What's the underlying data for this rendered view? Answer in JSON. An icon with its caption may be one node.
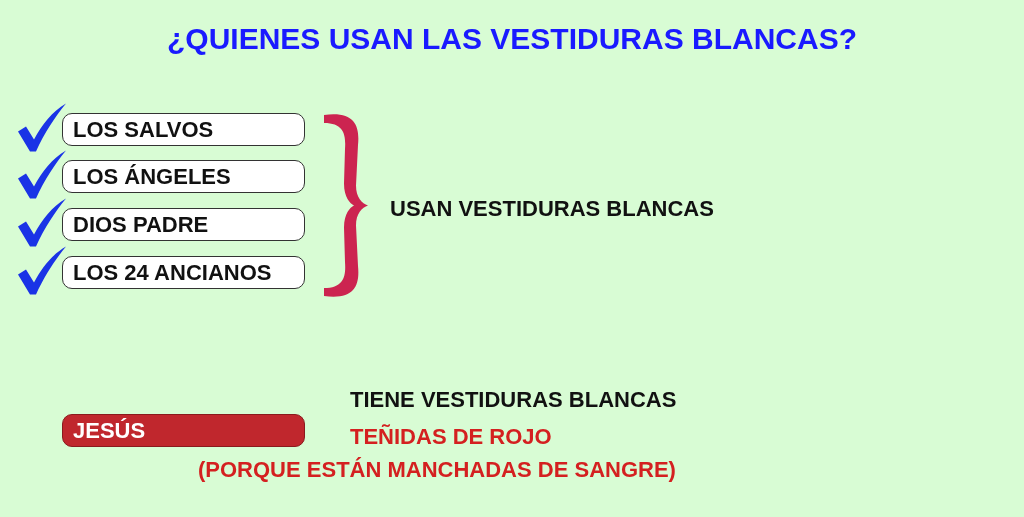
{
  "diagram": {
    "title": "¿QUIENES USAN LAS VESTIDURAS BLANCAS?",
    "nodes": [
      {
        "text": [
          "LOS SALVOS"
        ]
      },
      {
        "text": [
          "LOS ÁNGELES"
        ]
      },
      {
        "text": [
          "DIOS PADRE"
        ]
      },
      {
        "text": [
          "LOS 24 ANCIANOS"
        ]
      },
      {
        "text": [
          "JESÚS"
        ]
      }
    ],
    "labels": [
      "USAN VESTIDURAS BLANCAS",
      "TIENE VESTIDURAS BLANCAS",
      "TEÑIDAS DE ROJO",
      "(PORQUE ESTÁN MANCHADAS DE SANGRE)"
    ]
  }
}
